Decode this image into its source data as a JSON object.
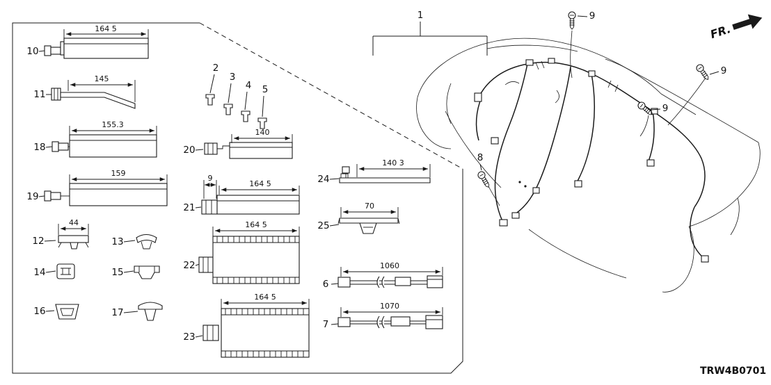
{
  "drawing": {
    "code": "TRW4B0701",
    "fr_label": "FR."
  },
  "parts": {
    "p1": {
      "label": "1"
    },
    "p2": {
      "label": "2"
    },
    "p3": {
      "label": "3"
    },
    "p4": {
      "label": "4"
    },
    "p5": {
      "label": "5"
    },
    "p6": {
      "label": "6",
      "dim": "1060"
    },
    "p7": {
      "label": "7",
      "dim": "1070"
    },
    "p8": {
      "label": "8"
    },
    "p9": {
      "label": "9"
    },
    "p10": {
      "label": "10",
      "dim": "164 5"
    },
    "p11": {
      "label": "11",
      "dim": "145"
    },
    "p12": {
      "label": "12",
      "dim": "44"
    },
    "p13": {
      "label": "13"
    },
    "p14": {
      "label": "14"
    },
    "p15": {
      "label": "15"
    },
    "p16": {
      "label": "16"
    },
    "p17": {
      "label": "17"
    },
    "p18": {
      "label": "18",
      "dim": "155.3"
    },
    "p19": {
      "label": "19",
      "dim": "159"
    },
    "p20": {
      "label": "20",
      "dim": "140"
    },
    "p21": {
      "label": "21",
      "dim": "164 5",
      "dim2": "9"
    },
    "p22": {
      "label": "22",
      "dim": "164 5"
    },
    "p23": {
      "label": "23",
      "dim": "164 5"
    },
    "p24": {
      "label": "24",
      "dim": "140 3"
    },
    "p25": {
      "label": "25",
      "dim": "70"
    }
  }
}
